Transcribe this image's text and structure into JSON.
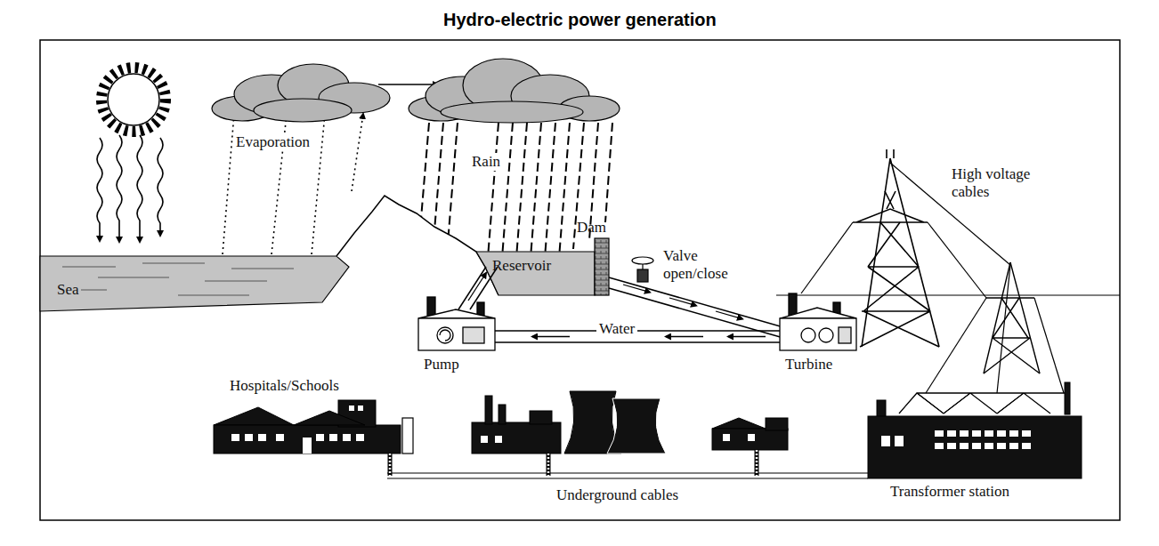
{
  "diagram": {
    "title": "Hydro-electric power generation",
    "labels": [
      "Evaporation",
      "Rain",
      "High voltage cables",
      "Dam",
      "Sea",
      "Reservoir",
      "Valve open/close",
      "Water",
      "Pump",
      "Turbine",
      "Hospitals/Schools",
      "Underground cables",
      "Transformer station"
    ]
  }
}
